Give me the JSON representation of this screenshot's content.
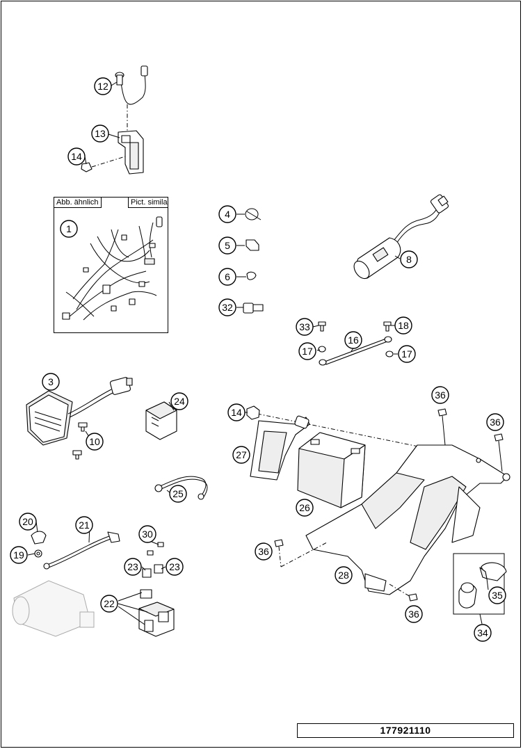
{
  "inset": {
    "label_left": "Abb. ähnlich",
    "label_right": "Pict. similar"
  },
  "drawing_number": "177921110",
  "callouts": [
    {
      "id": "c12",
      "label": "12"
    },
    {
      "id": "c13",
      "label": "13"
    },
    {
      "id": "c14a",
      "label": "14"
    },
    {
      "id": "c1",
      "label": "1"
    },
    {
      "id": "c4",
      "label": "4"
    },
    {
      "id": "c5",
      "label": "5"
    },
    {
      "id": "c6",
      "label": "6"
    },
    {
      "id": "c32",
      "label": "32"
    },
    {
      "id": "c8",
      "label": "8"
    },
    {
      "id": "c33",
      "label": "33"
    },
    {
      "id": "c18",
      "label": "18"
    },
    {
      "id": "c16",
      "label": "16"
    },
    {
      "id": "c17a",
      "label": "17"
    },
    {
      "id": "c17b",
      "label": "17"
    },
    {
      "id": "c3",
      "label": "3"
    },
    {
      "id": "c24",
      "label": "24"
    },
    {
      "id": "c10",
      "label": "10"
    },
    {
      "id": "c36a",
      "label": "36"
    },
    {
      "id": "c36b",
      "label": "36"
    },
    {
      "id": "c14b",
      "label": "14"
    },
    {
      "id": "c27",
      "label": "27"
    },
    {
      "id": "c25",
      "label": "25"
    },
    {
      "id": "c26",
      "label": "26"
    },
    {
      "id": "c20",
      "label": "20"
    },
    {
      "id": "c21",
      "label": "21"
    },
    {
      "id": "c30",
      "label": "30"
    },
    {
      "id": "c19",
      "label": "19"
    },
    {
      "id": "c36c",
      "label": "36"
    },
    {
      "id": "c23a",
      "label": "23"
    },
    {
      "id": "c23b",
      "label": "23"
    },
    {
      "id": "c28",
      "label": "28"
    },
    {
      "id": "c22",
      "label": "22"
    },
    {
      "id": "c35",
      "label": "35"
    },
    {
      "id": "c36d",
      "label": "36"
    },
    {
      "id": "c34",
      "label": "34"
    }
  ]
}
